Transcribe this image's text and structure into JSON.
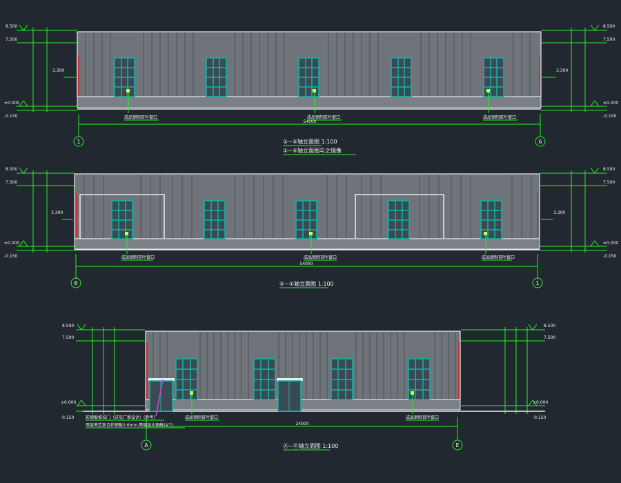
{
  "colors": {
    "background": "#212830",
    "wall": "#6f747b",
    "rib": "#4b5057",
    "outline": "#e8ecf0",
    "base": "#7b8087",
    "window_frame": "#0fb5a8",
    "window_fill": "#3b4a52",
    "dimension": "#28f028",
    "label": "#f2f2f2",
    "annotation": "#c7ff4a",
    "edge_red": "#e11b1b",
    "leader_magenta": "#e43ee4"
  },
  "elevations": [
    {
      "title": "①~⑥轴立面图 1:100",
      "subtitle": "①~⑥轴立面图与之镜像",
      "axis_left": "1",
      "axis_right": "6",
      "span_dim": "54000",
      "levels_left": [
        "8.500",
        "7.500",
        "3.300",
        "±0.000",
        "-0.150"
      ],
      "levels_right": [
        "8.500",
        "7.500",
        "3.300",
        "±0.000",
        "-0.150"
      ],
      "notes": [
        "成品钢制百叶窗口",
        "成品钢制百叶窗口",
        "成品钢制百叶窗口"
      ]
    },
    {
      "title": "⑥~①轴立面图 1:100",
      "subtitle": "",
      "axis_left": "6",
      "axis_right": "1",
      "span_dim": "54000",
      "levels_left": [
        "8.500",
        "7.500",
        "3.300",
        "±0.000",
        "-0.150"
      ],
      "levels_right": [
        "8.500",
        "7.500",
        "3.300",
        "±0.000",
        "-0.150"
      ],
      "notes": [
        "成品钢制百叶窗口",
        "成品钢制百叶窗口",
        "成品钢制百叶窗口"
      ]
    },
    {
      "title": "Ⓐ~Ⓔ轴立面图 1:100",
      "subtitle": "",
      "axis_left": "A",
      "axis_right": "E",
      "span_dim": "24000",
      "levels_left": [
        "8.500",
        "7.500",
        "±0.000",
        "-0.150"
      ],
      "levels_right": [
        "8.500",
        "7.500",
        "±0.000",
        "-0.150"
      ],
      "notes": [
        "成品钢制百叶窗口",
        "成品钢制百叶窗口"
      ],
      "door_note_1": "彩钢板推拉门（详见厂家设计）(参考)",
      "door_note_2": "双层夹芯复合彩钢板0.6mm,两端加大钢框(4个)"
    }
  ]
}
